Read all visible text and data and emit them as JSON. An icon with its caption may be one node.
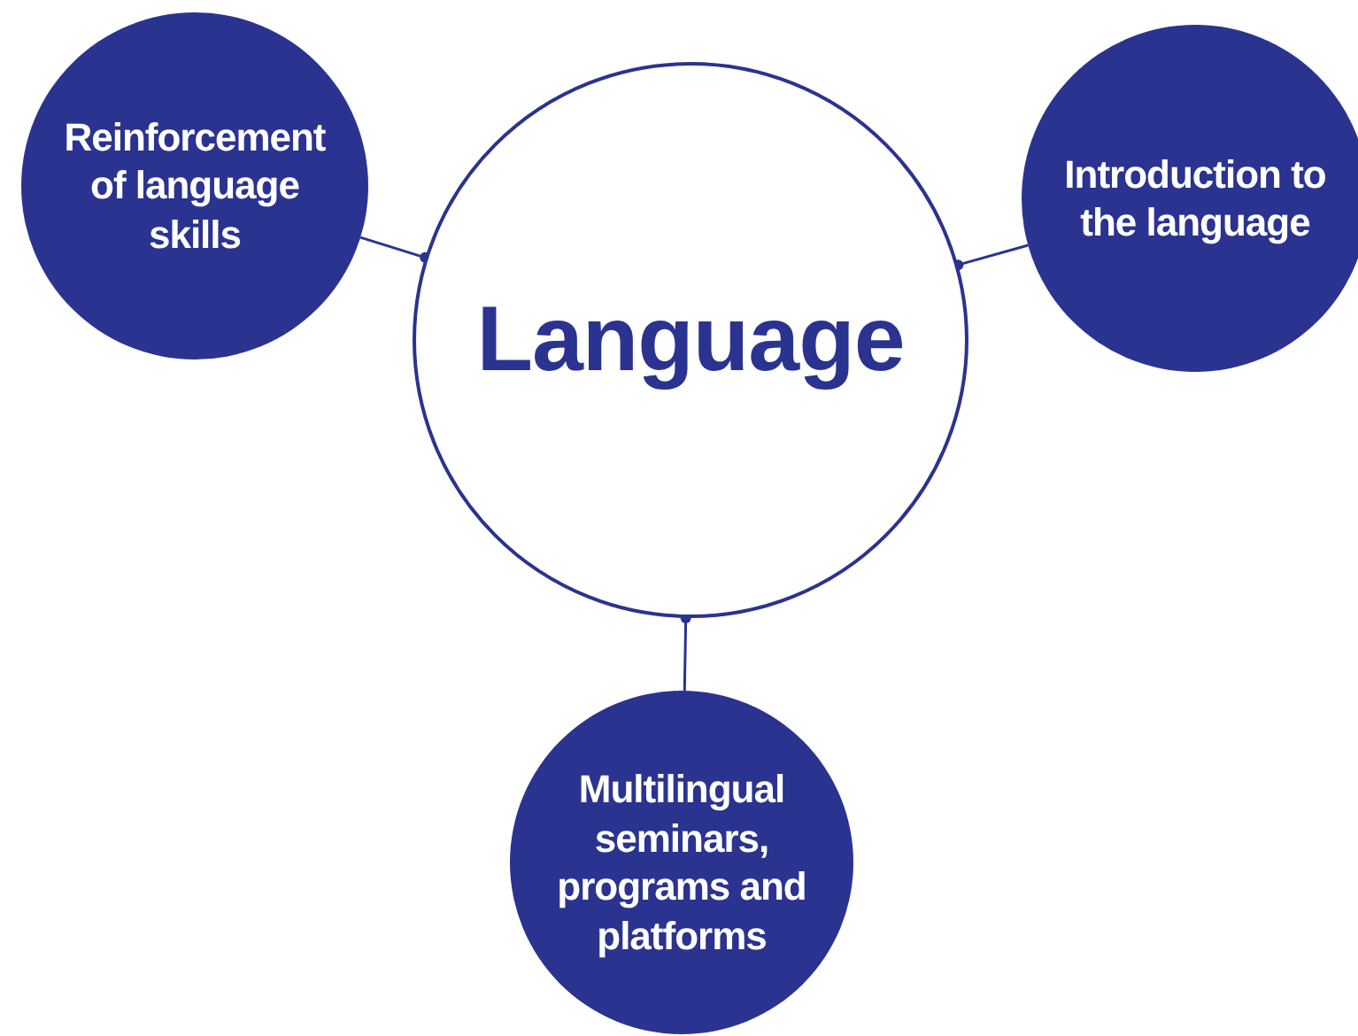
{
  "diagram": {
    "nodes": [
      {
        "text": [
          "Language"
        ]
      },
      {
        "text": [
          "Reinforcement of language skills"
        ]
      },
      {
        "text": [
          "Introduction to the language"
        ]
      },
      {
        "text": [
          "Multilingual seminars, programs and platforms"
        ]
      }
    ],
    "edges": [
      {
        "from": 0,
        "to": 1,
        "arrow": "other"
      },
      {
        "from": 0,
        "to": 2,
        "arrow": "other"
      },
      {
        "from": 0,
        "to": 3,
        "arrow": "other"
      }
    ]
  }
}
